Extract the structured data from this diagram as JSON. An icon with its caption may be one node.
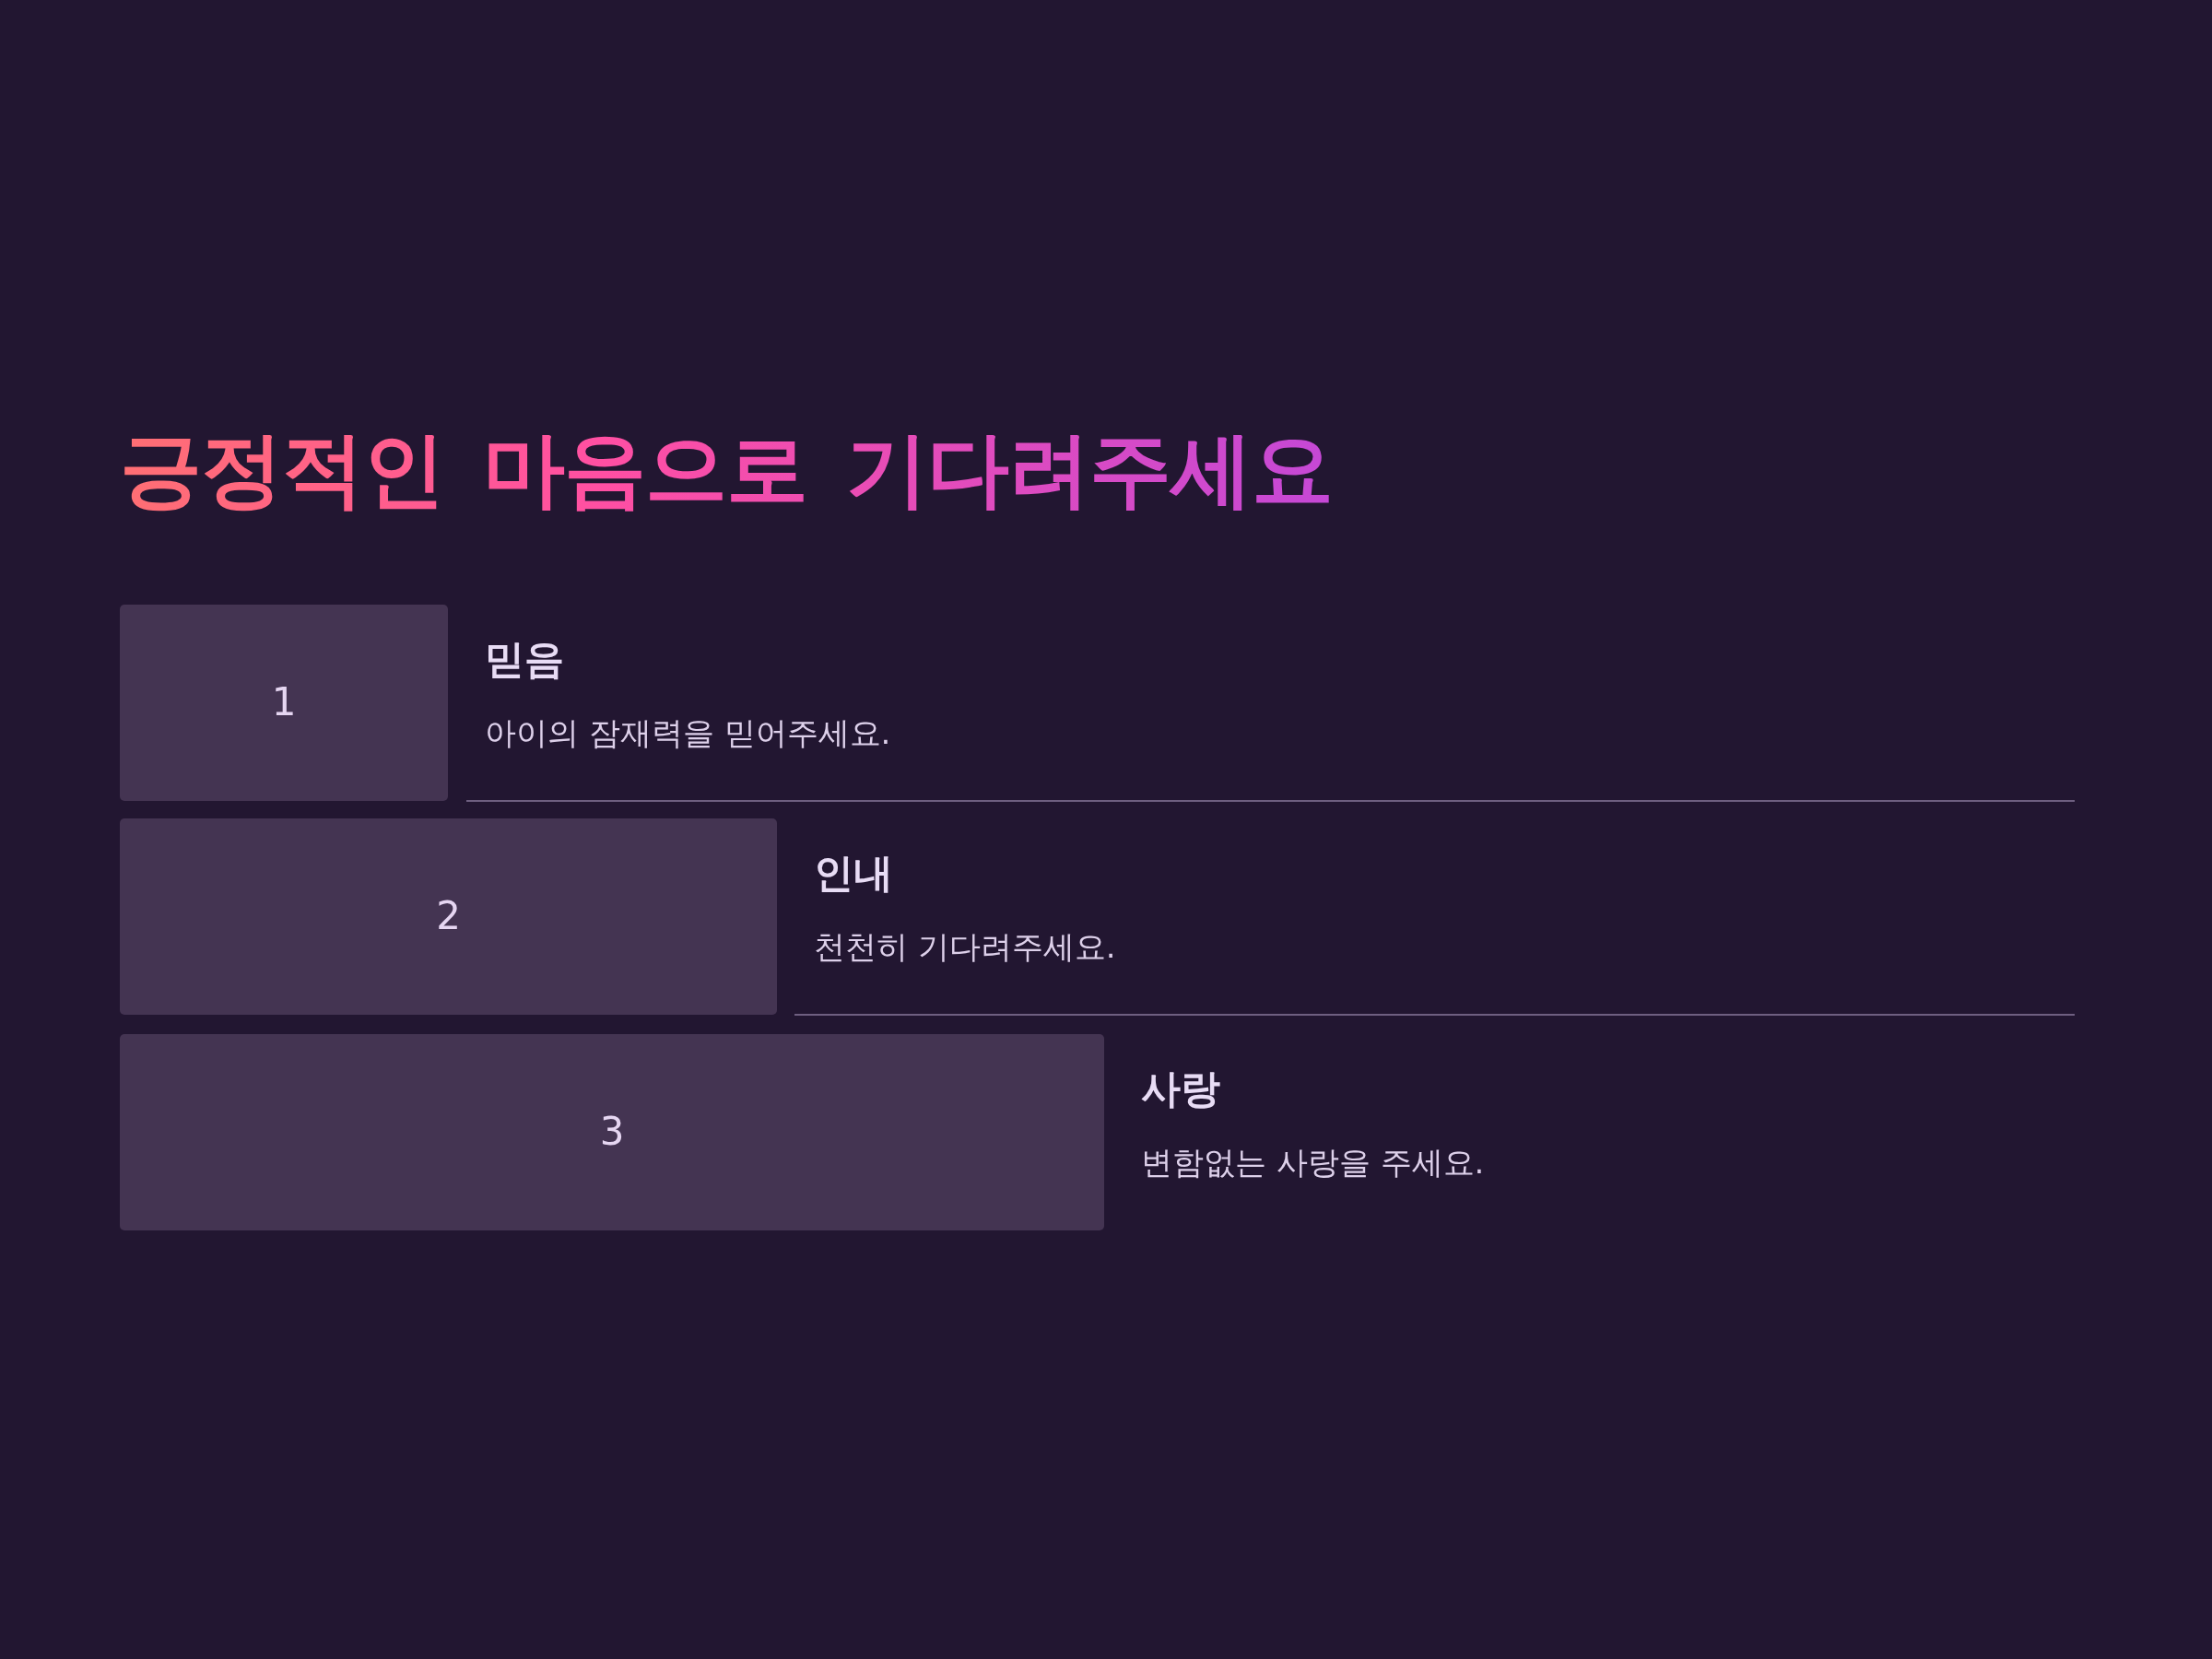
{
  "diagram": {
    "title": "긍정적인 마음으로 기다려주세요",
    "nodes": [
      {
        "text": [
          "1"
        ],
        "beside": [
          "믿음",
          "아이의 잠재력을 믿어주세요."
        ]
      },
      {
        "text": [
          "2"
        ],
        "beside": [
          "인내",
          "천천히 기다려주세요."
        ]
      },
      {
        "text": [
          "3"
        ],
        "beside": [
          "사랑",
          "변함없는 사랑을 주세요."
        ]
      }
    ]
  }
}
